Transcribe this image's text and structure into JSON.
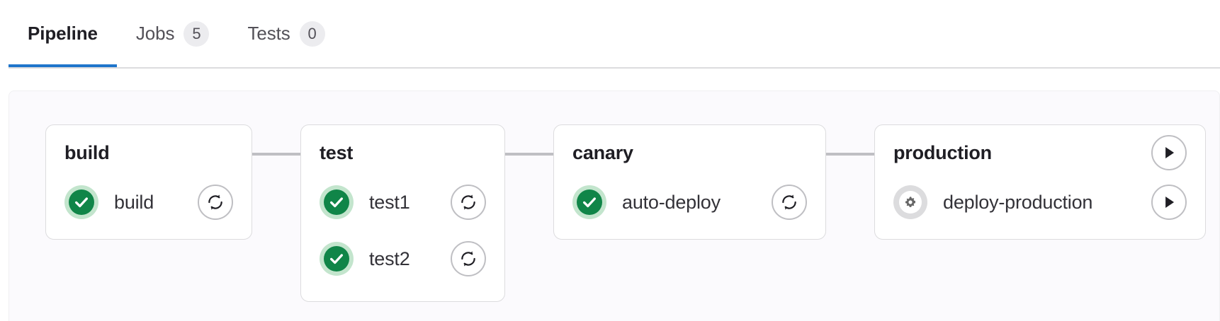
{
  "tabs": [
    {
      "label": "Pipeline",
      "badge": null,
      "active": true,
      "name": "tab-pipeline"
    },
    {
      "label": "Jobs",
      "badge": "5",
      "active": false,
      "name": "tab-jobs"
    },
    {
      "label": "Tests",
      "badge": "0",
      "active": false,
      "name": "tab-tests"
    }
  ],
  "colors": {
    "active_tab_underline": "#1f75cb",
    "success_green": "#108548",
    "success_halo": "#c3e5cd",
    "manual_gray": "#666",
    "manual_halo": "#dcdcde",
    "connector": "#bfbfc3",
    "canvas_bg": "#fbfafd",
    "card_border": "#dcdcde",
    "badge_bg": "#ececef"
  },
  "pipeline": {
    "stages": [
      {
        "name": "build",
        "header_action": null,
        "jobs": [
          {
            "name": "build",
            "status": "success",
            "status_icon": "status-success-icon",
            "action": "retry",
            "action_icon": "retry-icon"
          }
        ]
      },
      {
        "name": "test",
        "header_action": null,
        "jobs": [
          {
            "name": "test1",
            "status": "success",
            "status_icon": "status-success-icon",
            "action": "retry",
            "action_icon": "retry-icon"
          },
          {
            "name": "test2",
            "status": "success",
            "status_icon": "status-success-icon",
            "action": "retry",
            "action_icon": "retry-icon"
          }
        ]
      },
      {
        "name": "canary",
        "header_action": null,
        "jobs": [
          {
            "name": "auto-deploy",
            "status": "success",
            "status_icon": "status-success-icon",
            "action": "retry",
            "action_icon": "retry-icon"
          }
        ]
      },
      {
        "name": "production",
        "header_action": "play",
        "header_action_icon": "play-icon",
        "jobs": [
          {
            "name": "deploy-production",
            "status": "manual",
            "status_icon": "status-manual-gear-icon",
            "action": "play",
            "action_icon": "play-icon"
          }
        ]
      }
    ]
  }
}
